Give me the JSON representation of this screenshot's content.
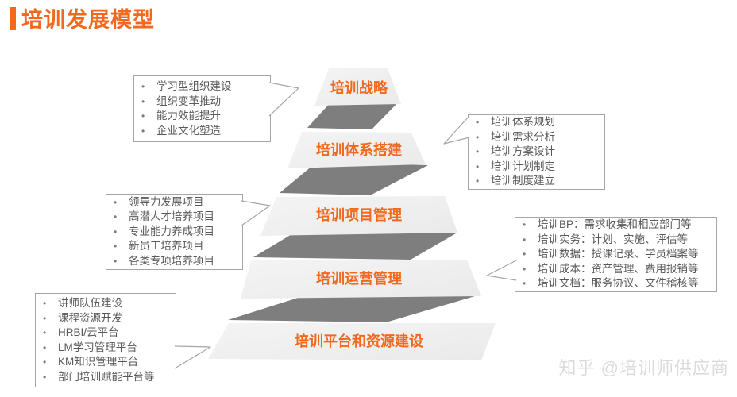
{
  "title": "培训发展模型",
  "colors": {
    "accent_orange": "#F2691D",
    "pyramid_light": "#F0F0F0",
    "pyramid_dark": "#7E7E7E",
    "callout_border": "#A6A6A6",
    "body_text": "#595959",
    "watermark_gray": "#DBDBDB"
  },
  "pyramid": {
    "levels": [
      {
        "label": "培训战略"
      },
      {
        "label": "培训体系搭建"
      },
      {
        "label": "培训项目管理"
      },
      {
        "label": "培训运营管理"
      },
      {
        "label": "培训平台和资源建设"
      }
    ]
  },
  "callouts": [
    {
      "side": "left",
      "points_to": "培训战略",
      "items": [
        "学习型组织建设",
        "组织变革推动",
        "能力效能提升",
        "企业文化塑造"
      ]
    },
    {
      "side": "right",
      "points_to": "培训体系搭建",
      "items": [
        "培训体系规划",
        "培训需求分析",
        "培训方案设计",
        "培训计划制定",
        "培训制度建立"
      ]
    },
    {
      "side": "left",
      "points_to": "培训项目管理",
      "items": [
        "领导力发展项目",
        "高潜人才培养项目",
        "专业能力养成项目",
        "新员工培养项目",
        "各类专项培养项目"
      ]
    },
    {
      "side": "right",
      "points_to": "培训运营管理",
      "items": [
        "培训BP：需求收集和相应部门等",
        "培训实务：计划、实施、评估等",
        "培训数据：授课记录、学员档案等",
        "培训成本：资产管理、费用报销等",
        "培训文档：服务协议、文件稽核等"
      ]
    },
    {
      "side": "left",
      "points_to": "培训平台和资源建设",
      "items": [
        "讲师队伍建设",
        "课程资源开发",
        "HRBI/云平台",
        "LM学习管理平台",
        "KM知识管理平台",
        "部门培训赋能平台等"
      ]
    }
  ],
  "watermark": "知乎 @培训师供应商"
}
